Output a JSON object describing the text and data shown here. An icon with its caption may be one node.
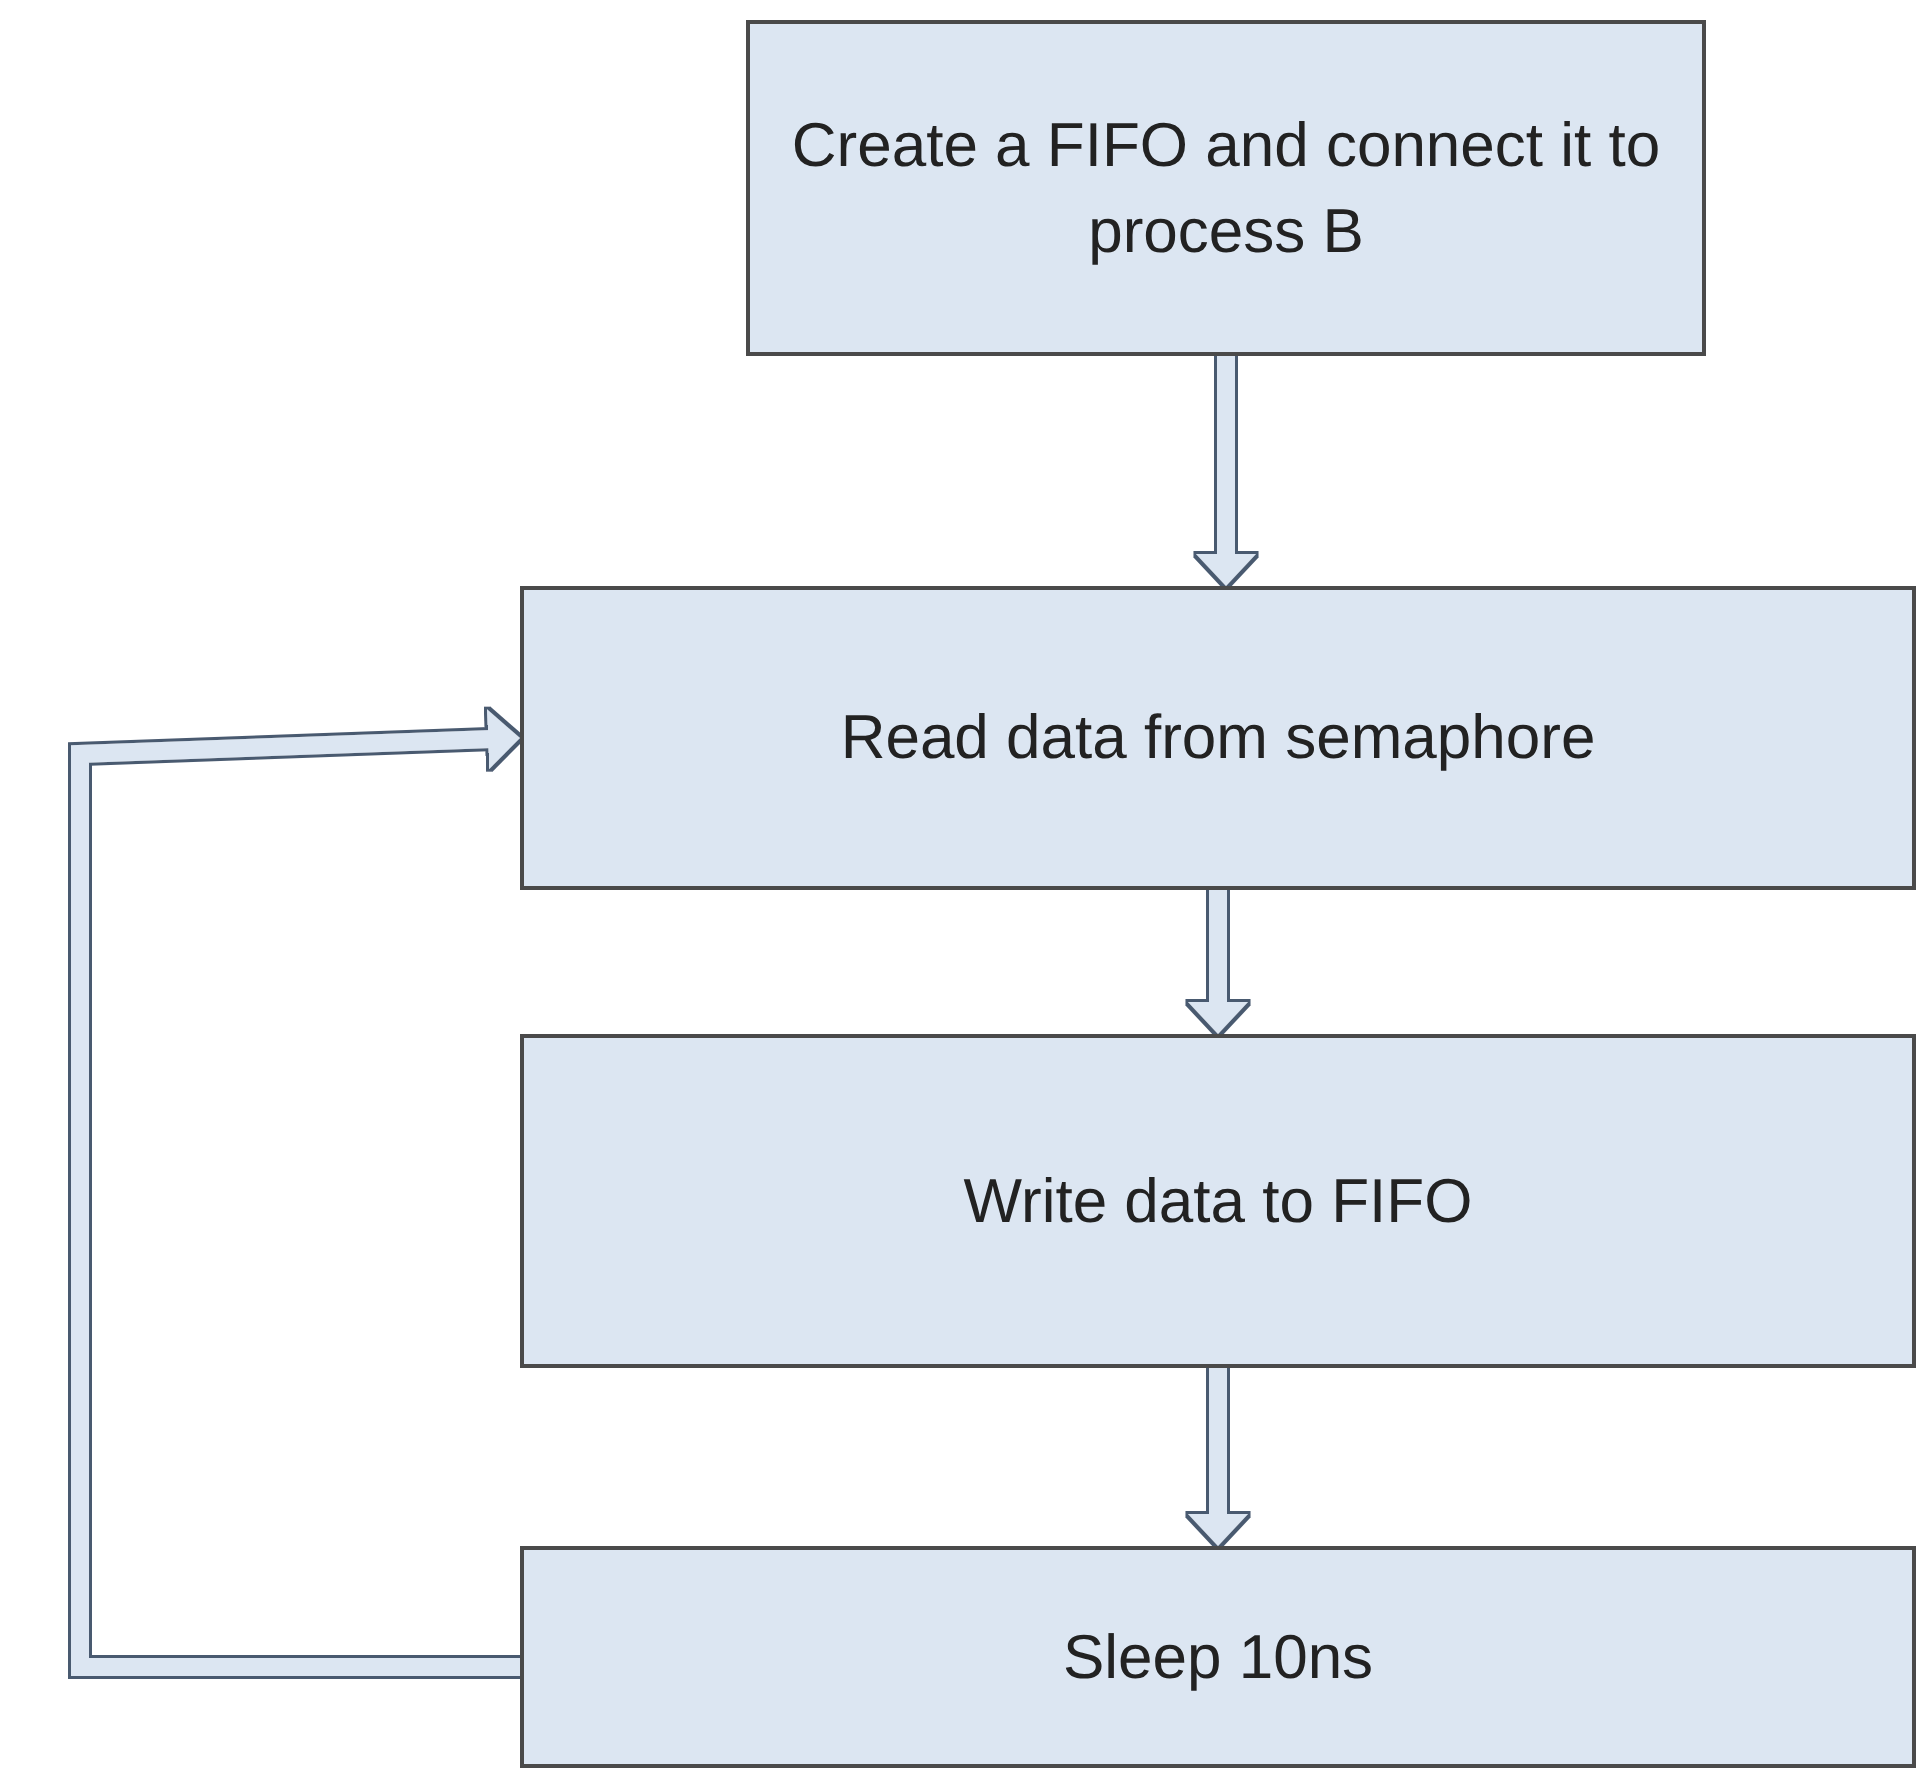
{
  "diagram": {
    "nodes": [
      {
        "text": [
          "Create a FIFO and connect it to process B"
        ]
      },
      {
        "text": [
          "Read data from semaphore"
        ]
      },
      {
        "text": [
          "Write data to FIFO"
        ]
      },
      {
        "text": [
          "Sleep 10ns"
        ]
      }
    ],
    "edges": [
      {
        "from": 0,
        "to": 1,
        "arrow": "to"
      },
      {
        "from": 1,
        "to": 2,
        "arrow": "to"
      },
      {
        "from": 2,
        "to": 3,
        "arrow": "to"
      },
      {
        "from": 3,
        "to": 1,
        "arrow": "to"
      }
    ]
  }
}
